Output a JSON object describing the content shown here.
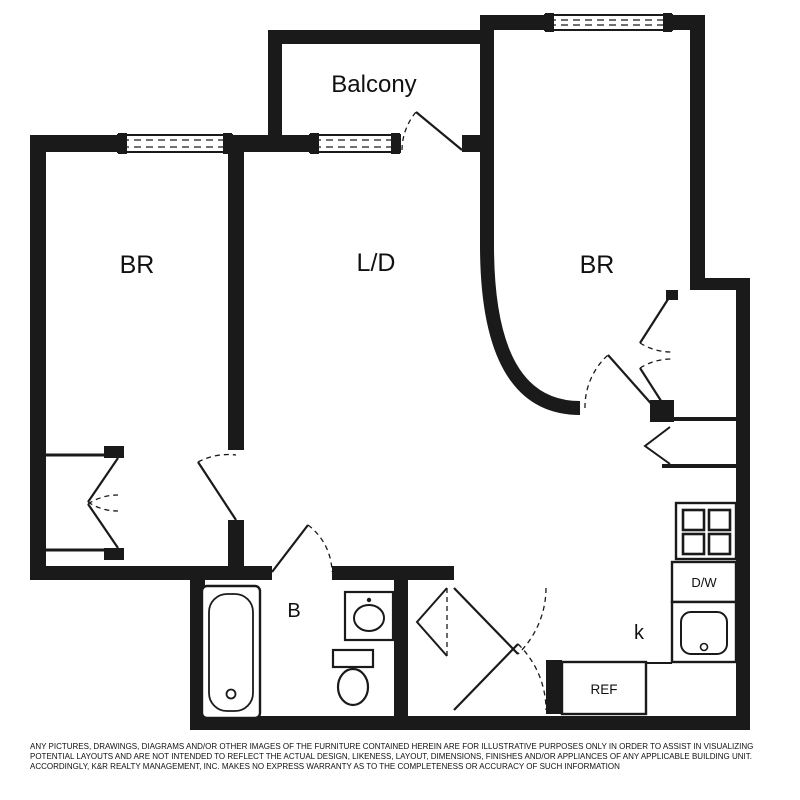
{
  "plan": {
    "background": "#ffffff",
    "line_color": "#1a1a1a"
  },
  "rooms": {
    "balcony": "Balcony",
    "bedroom_left": "BR",
    "living_dining": "L/D",
    "bedroom_right": "BR",
    "bathroom": "B",
    "kitchen": "k"
  },
  "appliances": {
    "dishwasher": "D/W",
    "refrigerator": "REF"
  },
  "disclaimer": {
    "line1": "ANY PICTURES, DRAWINGS, DIAGRAMS AND/OR OTHER IMAGES OF THE FURNITURE CONTAINED HEREIN ARE FOR ILLUSTRATIVE PURPOSES ONLY IN ORDER TO ASSIST IN VISUALIZING",
    "line2": "POTENTIAL LAYOUTS AND ARE NOT INTENDED TO REFLECT THE ACTUAL DESIGN, LIKENESS, LAYOUT, DIMENSIONS, FINISHES AND/OR APPLIANCES OF ANY APPLICABLE BUILDING UNIT.",
    "line3": "ACCORDINGLY, K&R REALTY MANAGEMENT, INC. MAKES NO EXPRESS WARRANTY AS TO THE COMPLETENESS OR ACCURACY OF SUCH INFORMATION"
  }
}
